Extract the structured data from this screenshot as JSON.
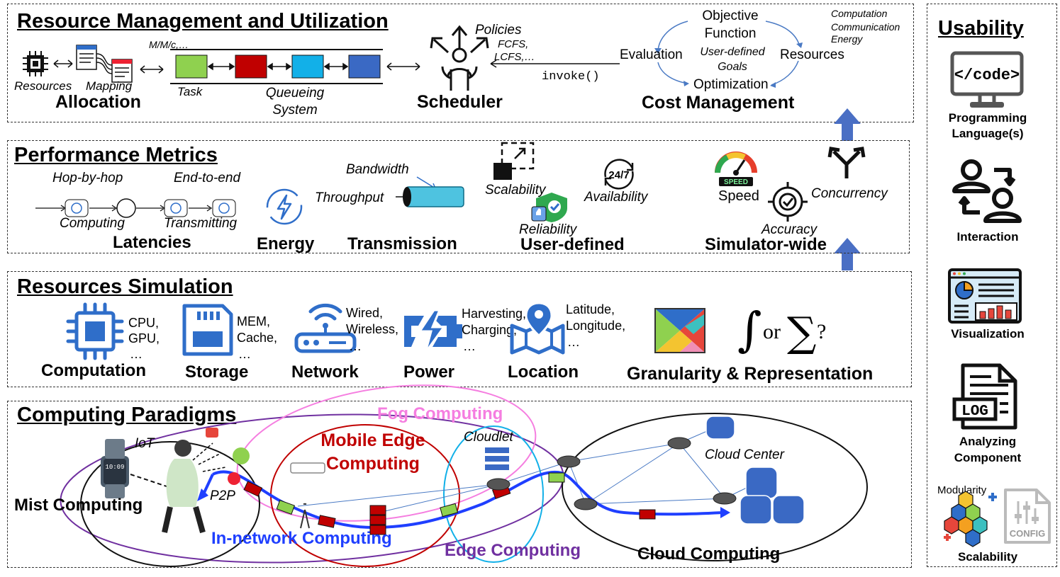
{
  "colors": {
    "fog": "#f57ee0",
    "mec": "#c00000",
    "edge": "#7030a0",
    "innet": "#1f3fff",
    "icon_blue": "#2f6ec9",
    "task_green": "#8fd14f",
    "task_red": "#c00000",
    "task_cyan": "#12b0e8",
    "task_blue": "#3a69c4",
    "arrow_up": "#4a6fc4"
  },
  "rm": {
    "title": "Resource Management and Utilization",
    "resources": "Resources",
    "mapping": "Mapping",
    "mmc": "M/M/c,…",
    "allocation": "Allocation",
    "task": "Task",
    "queueing": "Queueing System",
    "policies": "Policies",
    "fcfs": "FCFS,",
    "lcfs": "LCFS,…",
    "invoke": "invoke()",
    "scheduler": "Scheduler",
    "objective": "Objective Function",
    "evaluation": "Evaluation",
    "user_goals": "User-defined Goals",
    "resources_cm": "Resources",
    "optimization": "Optimization",
    "cost_mgmt": "Cost Management",
    "computation": "Computation",
    "communication": "Communication",
    "energy": "Energy"
  },
  "pm": {
    "title": "Performance Metrics",
    "hop": "Hop-by-hop",
    "e2e": "End-to-end",
    "computing": "Computing",
    "transmitting": "Transmitting",
    "latencies": "Latencies",
    "energy": "Energy",
    "bandwidth": "Bandwidth",
    "throughput": "Throughput",
    "transmission": "Transmission",
    "scalability": "Scalability",
    "reliability": "Reliability",
    "availability": "Availability",
    "avail_icon": "24/7",
    "user_defined": "User-defined",
    "speed_badge": "SPEED",
    "speed": "Speed",
    "accuracy": "Accuracy",
    "concurrency": "Concurrency",
    "simulator_wide": "Simulator-wide"
  },
  "rs": {
    "title": "Resources Simulation",
    "cpu": "CPU,",
    "gpu": "GPU,",
    "ell1": "…",
    "computation": "Computation",
    "mem": "MEM,",
    "cache": "Cache,",
    "ell2": "…",
    "storage": "Storage",
    "wired": "Wired,",
    "wireless": "Wireless,",
    "ell3": "…",
    "network": "Network",
    "harvesting": "Harvesting,",
    "charging": "Charging,",
    "ell4": "…",
    "power": "Power",
    "latitude": "Latitude,",
    "longitude": "Longitude,",
    "ell5": "…",
    "location": "Location",
    "integral": "∫",
    "or": "or",
    "sum": "∑",
    "q": "?",
    "granularity": "Granularity & Representation"
  },
  "cp": {
    "title": "Computing Paradigms",
    "iot": "IoT",
    "watch": "10:09",
    "p2p": "P2P",
    "mist": "Mist Computing",
    "fog": "Fog Computing",
    "mec": "Mobile Edge Computing",
    "cloudlet": "Cloudlet",
    "innet": "In-network Computing",
    "edge": "Edge Computing",
    "cloud_center": "Cloud Center",
    "cloud": "Cloud Computing"
  },
  "us": {
    "title": "Usability",
    "code_icon": "</code>",
    "prog": "Programming Language(s)",
    "interaction": "Interaction",
    "visualization": "Visualization",
    "log_icon": "LOG",
    "analyzing": "Analyzing Component",
    "modularity": "Modularity",
    "config": "CONFIG",
    "scalability": "Scalability"
  }
}
